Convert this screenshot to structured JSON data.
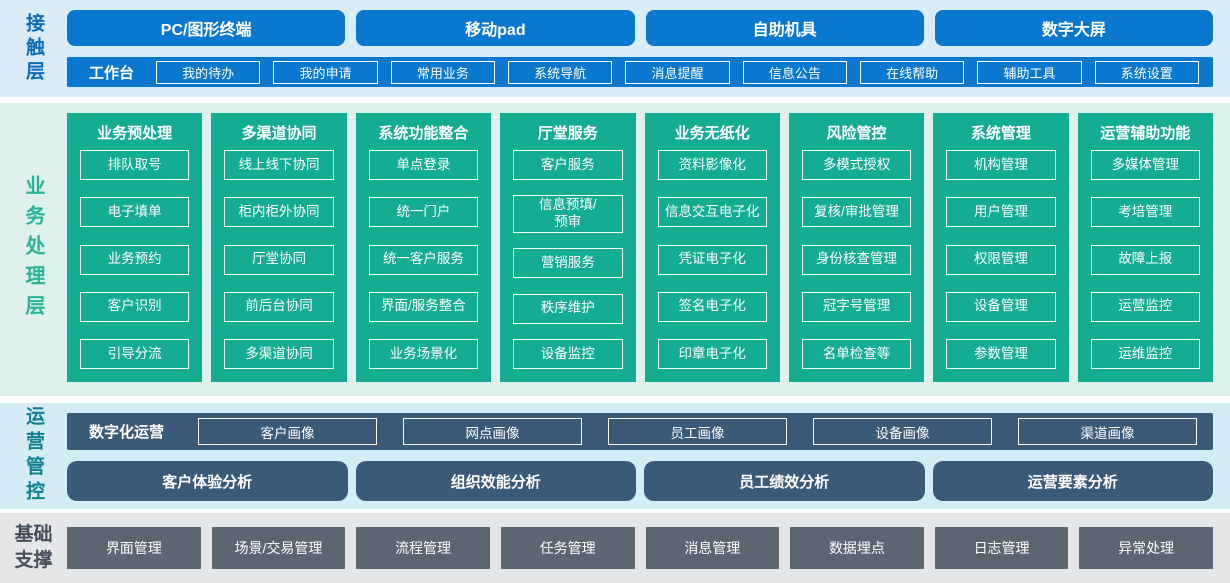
{
  "contact_layer": {
    "label": "接触层",
    "terminals": [
      "PC/图形终端",
      "移动pad",
      "自助机具",
      "数字大屏"
    ],
    "workbench": {
      "label": "工作台",
      "items": [
        "我的待办",
        "我的申请",
        "常用业务",
        "系统导航",
        "消息提醒",
        "信息公告",
        "在线帮助",
        "辅助工具",
        "系统设置"
      ]
    }
  },
  "business_layer": {
    "label": "业务处理层",
    "columns": [
      {
        "title": "业务预处理",
        "items": [
          "排队取号",
          "电子填单",
          "业务预约",
          "客户识别",
          "引导分流"
        ]
      },
      {
        "title": "多渠道协同",
        "items": [
          "线上线下协同",
          "柜内柜外协同",
          "厅堂协同",
          "前后台协同",
          "多渠道协同"
        ]
      },
      {
        "title": "系统功能整合",
        "items": [
          "单点登录",
          "统一门户",
          "统一客户服务",
          "界面/服务整合",
          "业务场景化"
        ]
      },
      {
        "title": "厅堂服务",
        "items": [
          "客户服务",
          "信息预填/\n预审",
          "营销服务",
          "秩序维护",
          "设备监控"
        ]
      },
      {
        "title": "业务无纸化",
        "items": [
          "资料影像化",
          "信息交互电子化",
          "凭证电子化",
          "签名电子化",
          "印章电子化"
        ]
      },
      {
        "title": "风险管控",
        "items": [
          "多模式授权",
          "复核/审批管理",
          "身份核查管理",
          "冠字号管理",
          "名单检查等"
        ]
      },
      {
        "title": "系统管理",
        "items": [
          "机构管理",
          "用户管理",
          "权限管理",
          "设备管理",
          "参数管理"
        ]
      },
      {
        "title": "运营辅助功能",
        "items": [
          "多媒体管理",
          "考培管理",
          "故障上报",
          "运营监控",
          "运维监控"
        ]
      }
    ]
  },
  "operations_layer": {
    "label": "运营管控",
    "digital_ops": {
      "label": "数字化运营",
      "items": [
        "客户画像",
        "网点画像",
        "员工画像",
        "设备画像",
        "渠道画像"
      ]
    },
    "analysis": [
      "客户体验分析",
      "组织效能分析",
      "员工绩效分析",
      "运营要素分析"
    ]
  },
  "foundation_layer": {
    "label": "基础支撑",
    "items": [
      "界面管理",
      "场景/交易管理",
      "流程管理",
      "任务管理",
      "消息管理",
      "数据埋点",
      "日志管理",
      "异常处理"
    ]
  },
  "colors": {
    "blue": "#0a78cf",
    "blue-band": "#d9ecf8",
    "green": "#15ad92",
    "green-band": "#def1ec",
    "slate": "#3b5a78",
    "ops-band": "#d4ecf6",
    "gray-btn": "#5c6670",
    "gray-band": "#e4e6e8",
    "label-blue": "#0d6bb8",
    "label-green": "#2ab397",
    "label-teal": "#11808d",
    "label-gray": "#454e5a"
  }
}
